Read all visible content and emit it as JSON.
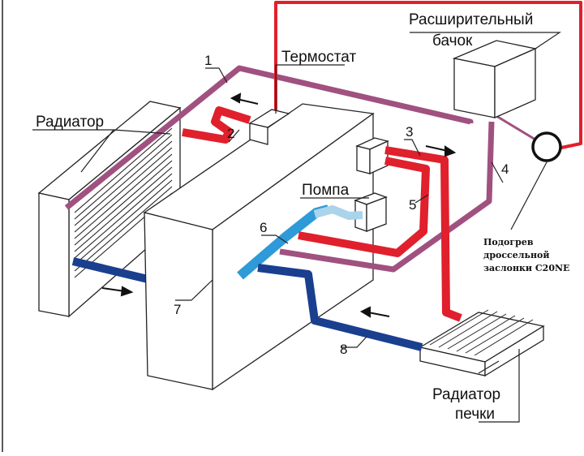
{
  "labels": {
    "radiator": "Радиатор",
    "thermostat": "Термостат",
    "expansion_tank_line1": "Расширительный",
    "expansion_tank_line2": "бачок",
    "pump": "Помпа",
    "heater_radiator_line1": "Радиатор",
    "heater_radiator_line2": "печки",
    "throttle_heating_line1": "Подогрев",
    "throttle_heating_line2": "дроссельной",
    "throttle_heating_line3": "заслонки C20NE"
  },
  "pipe_numbers": [
    "1",
    "2",
    "3",
    "4",
    "5",
    "6",
    "7",
    "8"
  ],
  "colors": {
    "hot": "#e0202c",
    "violet": "#a0517f",
    "cold": "#1a3f8f",
    "light_blue": "#2e9ad8",
    "pale_blue": "#a9d4ea",
    "outline": "#222222"
  }
}
